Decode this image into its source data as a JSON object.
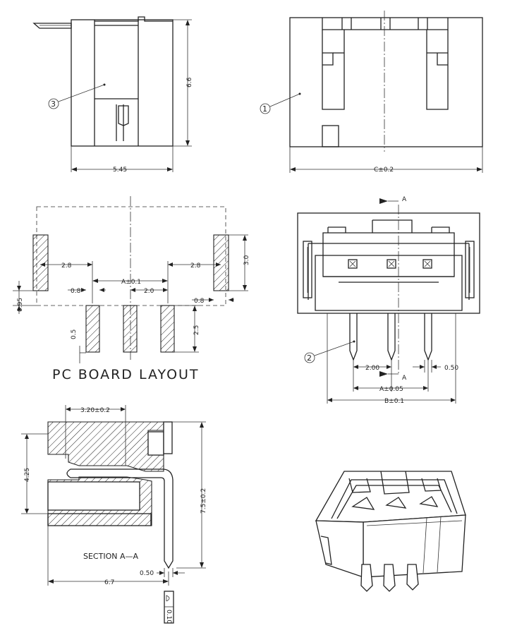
{
  "top_left_view": {
    "callout": "3",
    "dim_height": "6.6",
    "dim_width": "5.45"
  },
  "top_right_view": {
    "callout": "1",
    "dim_width": "C±0.2"
  },
  "pc_board": {
    "title": "PC BOARD LAYOUT",
    "dim_left_2_8": "2.8",
    "dim_pitch_a": "A±0.1",
    "dim_right_2_8": "2.8",
    "dim_3_0": "3.0",
    "dim_0_8_left": "0.8",
    "dim_2_0": "2.0",
    "dim_0_95": "0.95",
    "dim_0_8_right": "0.8",
    "dim_0_5": "0.5",
    "dim_2_5": "2.5"
  },
  "front_view": {
    "section_mark_top": "A",
    "section_mark_bottom": "A",
    "callout": "2",
    "dim_2_00": "2.00",
    "dim_0_50": "0.50",
    "dim_a": "A±0.05",
    "dim_b": "B±0.1"
  },
  "section_view": {
    "title": "SECTION A—A",
    "dim_3_20": "3.20±0.2",
    "dim_4_25": "4.25",
    "dim_7_5": "7.5±0.2",
    "dim_0_50": "0.50",
    "dim_6_7": "6.7",
    "detail_label": "0.10"
  }
}
